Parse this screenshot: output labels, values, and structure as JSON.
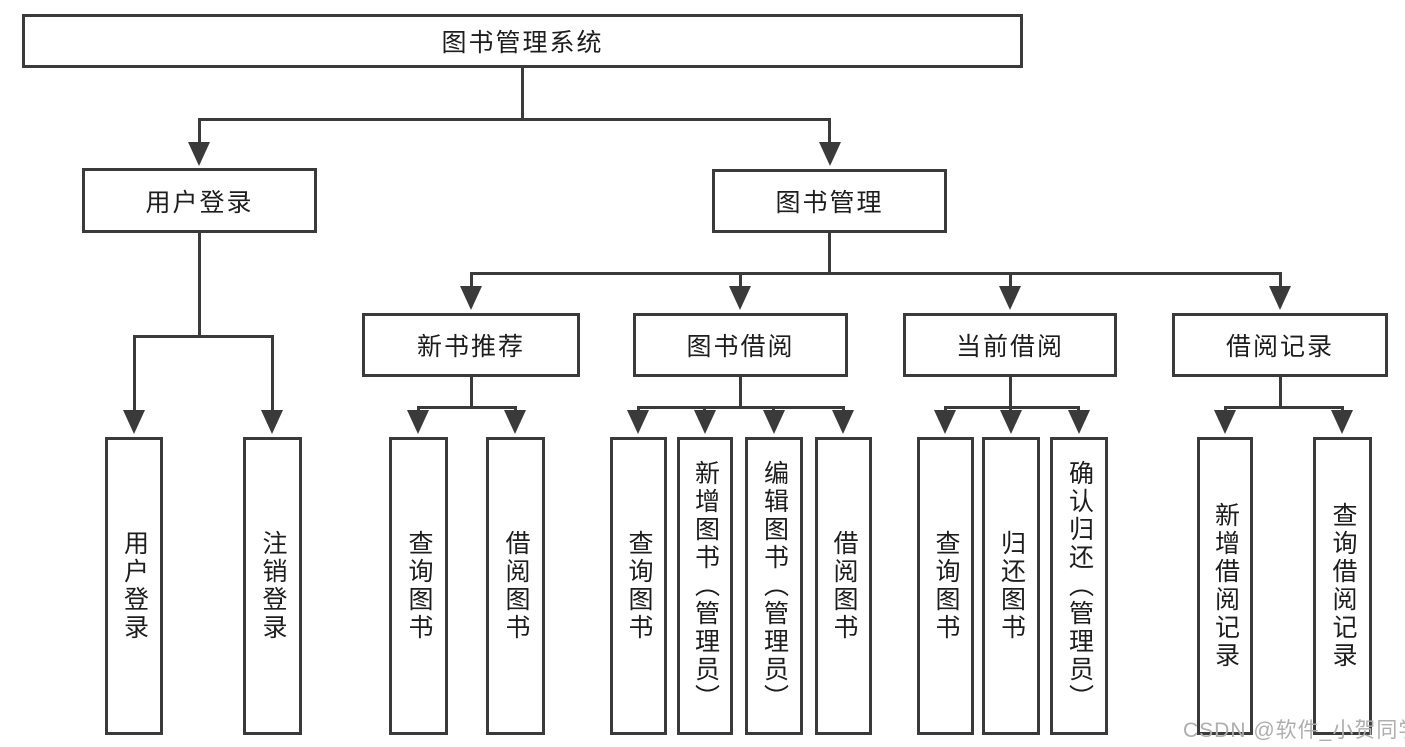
{
  "title": "图书管理系统",
  "level2": {
    "user_login": {
      "label": "用户登录"
    },
    "book_mgmt": {
      "label": "图书管理"
    }
  },
  "level3": {
    "new_book": {
      "label": "新书推荐"
    },
    "book_borrow": {
      "label": "图书借阅"
    },
    "current_borrow": {
      "label": "当前借阅"
    },
    "borrow_record": {
      "label": "借阅记录"
    }
  },
  "leaves": {
    "user_login": [
      "用户登录",
      "注销登录"
    ],
    "new_book": [
      "查询图书",
      "借阅图书"
    ],
    "book_borrow": [
      "查询图书",
      "新增图书（管理员）",
      "编辑图书（管理员）",
      "借阅图书"
    ],
    "current_borrow": [
      "查询图书",
      "归还图书",
      "确认归还（管理员）"
    ],
    "borrow_record": [
      "新增借阅记录",
      "查询借阅记录"
    ]
  },
  "watermark": "CSDN @软件_小贺同学",
  "colors": {
    "line": "#3a3a3a",
    "text": "#1d1d1d",
    "watermark": "#aeaeae",
    "background": "#ffffff"
  }
}
